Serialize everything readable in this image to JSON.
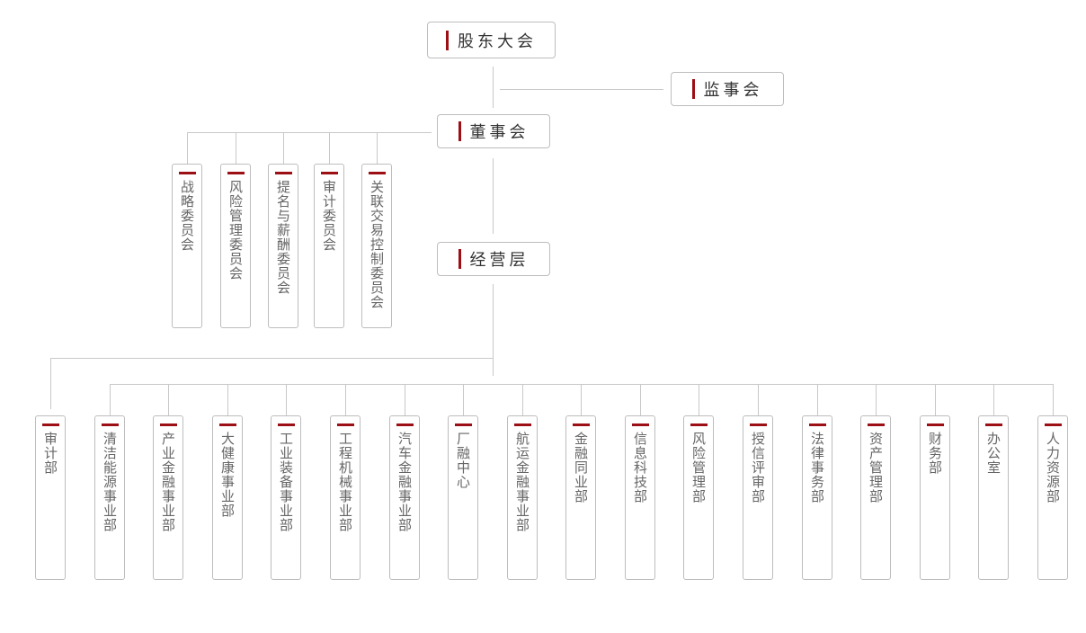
{
  "top": {
    "shareholders": "股东大会",
    "supervisors": "监事会",
    "board": "董事会",
    "management": "经营层"
  },
  "committees": [
    "战略委员会",
    "风险管理委员会",
    "提名与薪酬委员会",
    "审计委员会",
    "关联交易控制委员会"
  ],
  "audit_dept": "审计部",
  "departments": [
    "清洁能源事业部",
    "产业金融事业部",
    "大健康事业部",
    "工业装备事业部",
    "工程机械事业部",
    "汽车金融事业部",
    "厂融中心",
    "航运金融事业部",
    "金融同业部",
    "信息科技部",
    "风险管理部",
    "授信评审部",
    "法律事务部",
    "资产管理部",
    "财务部",
    "办公室",
    "人力资源部"
  ],
  "colors": {
    "accent": "#9b0f15",
    "line": "#c8c8c8"
  }
}
